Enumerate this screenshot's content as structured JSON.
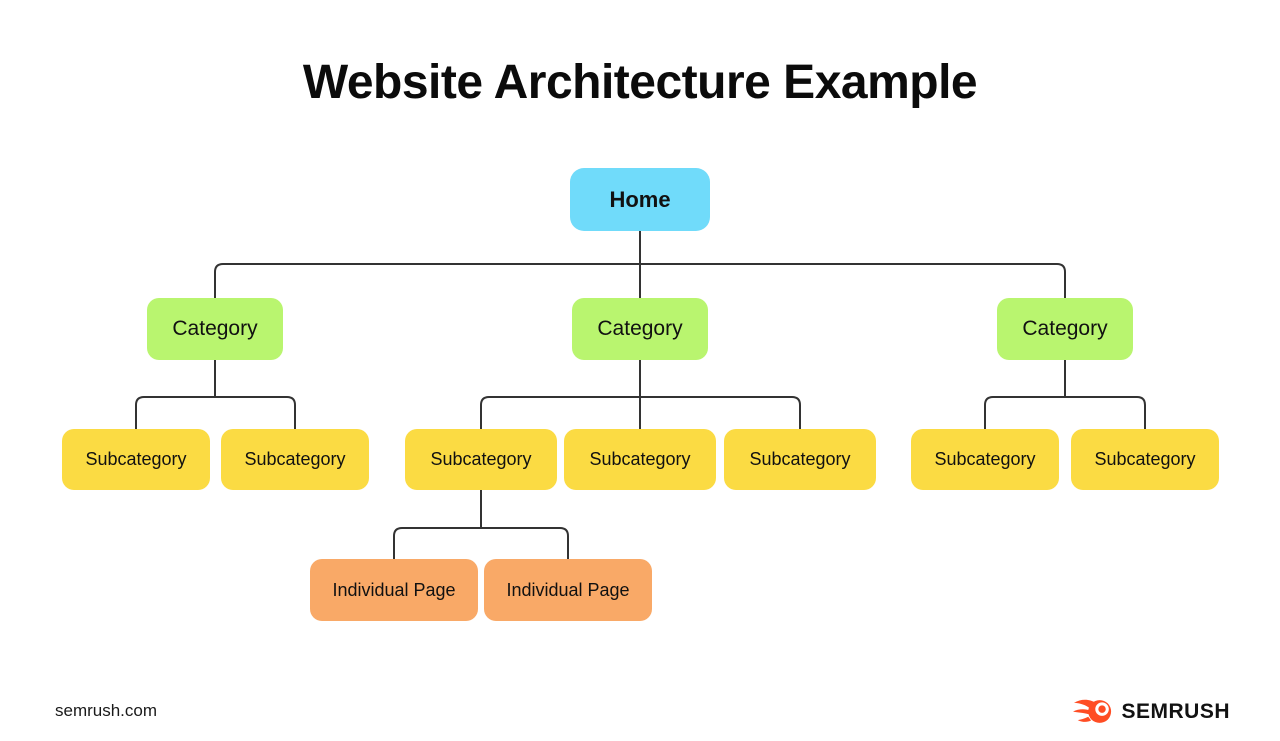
{
  "title": "Website Architecture Example",
  "tree": {
    "home": {
      "label": "Home"
    },
    "categories": [
      {
        "label": "Category"
      },
      {
        "label": "Category"
      },
      {
        "label": "Category"
      }
    ],
    "subcategories": [
      {
        "label": "Subcategory"
      },
      {
        "label": "Subcategory"
      },
      {
        "label": "Subcategory"
      },
      {
        "label": "Subcategory"
      },
      {
        "label": "Subcategory"
      },
      {
        "label": "Subcategory"
      },
      {
        "label": "Subcategory"
      }
    ],
    "individual_pages": [
      {
        "label": "Individual Page"
      },
      {
        "label": "Individual Page"
      }
    ]
  },
  "footer": {
    "website": "semrush.com",
    "logo_text": "SEMRUSH"
  },
  "colors": {
    "home_fill": "#70DBFA",
    "category_fill": "#B9F56F",
    "subcategory_fill": "#FBDB43",
    "individual_page_fill": "#F9A967",
    "connector_line": "#333333",
    "logo_orange": "#FF4D24",
    "text": "#111111",
    "background": "#FFFFFF"
  }
}
